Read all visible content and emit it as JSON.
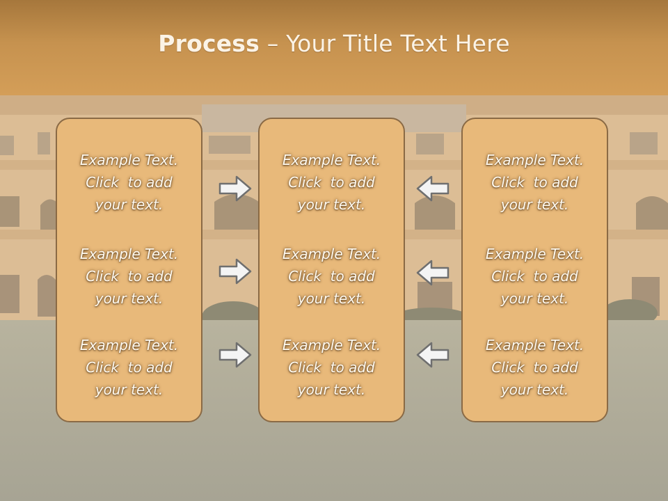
{
  "slide": {
    "title_bold": "Process",
    "title_sep": " – ",
    "title_rest": "Your Title Text Here"
  },
  "columns": [
    {
      "items": [
        [
          "Example Text.",
          "Click  to add",
          "your text."
        ],
        [
          "Example Text.",
          "Click  to add",
          "your text."
        ],
        [
          "Example Text.",
          "Click  to add",
          "your text."
        ]
      ]
    },
    {
      "items": [
        [
          "Example Text.",
          "Click  to add",
          "your text."
        ],
        [
          "Example Text.",
          "Click  to add",
          "your text."
        ],
        [
          "Example Text.",
          "Click  to add",
          "your text."
        ]
      ]
    },
    {
      "items": [
        [
          "Example Text.",
          "Click  to add",
          "your text."
        ],
        [
          "Example Text.",
          "Click  to add",
          "your text."
        ],
        [
          "Example Text.",
          "Click  to add",
          "your text."
        ]
      ]
    }
  ],
  "arrows": {
    "left_set": "right-arrow-icon",
    "right_set": "left-arrow-icon"
  },
  "colors": {
    "title_bar": "#c6924f",
    "box_fill": "#e8b97a",
    "box_border": "#8a6a45",
    "text": "#fffaf0"
  }
}
